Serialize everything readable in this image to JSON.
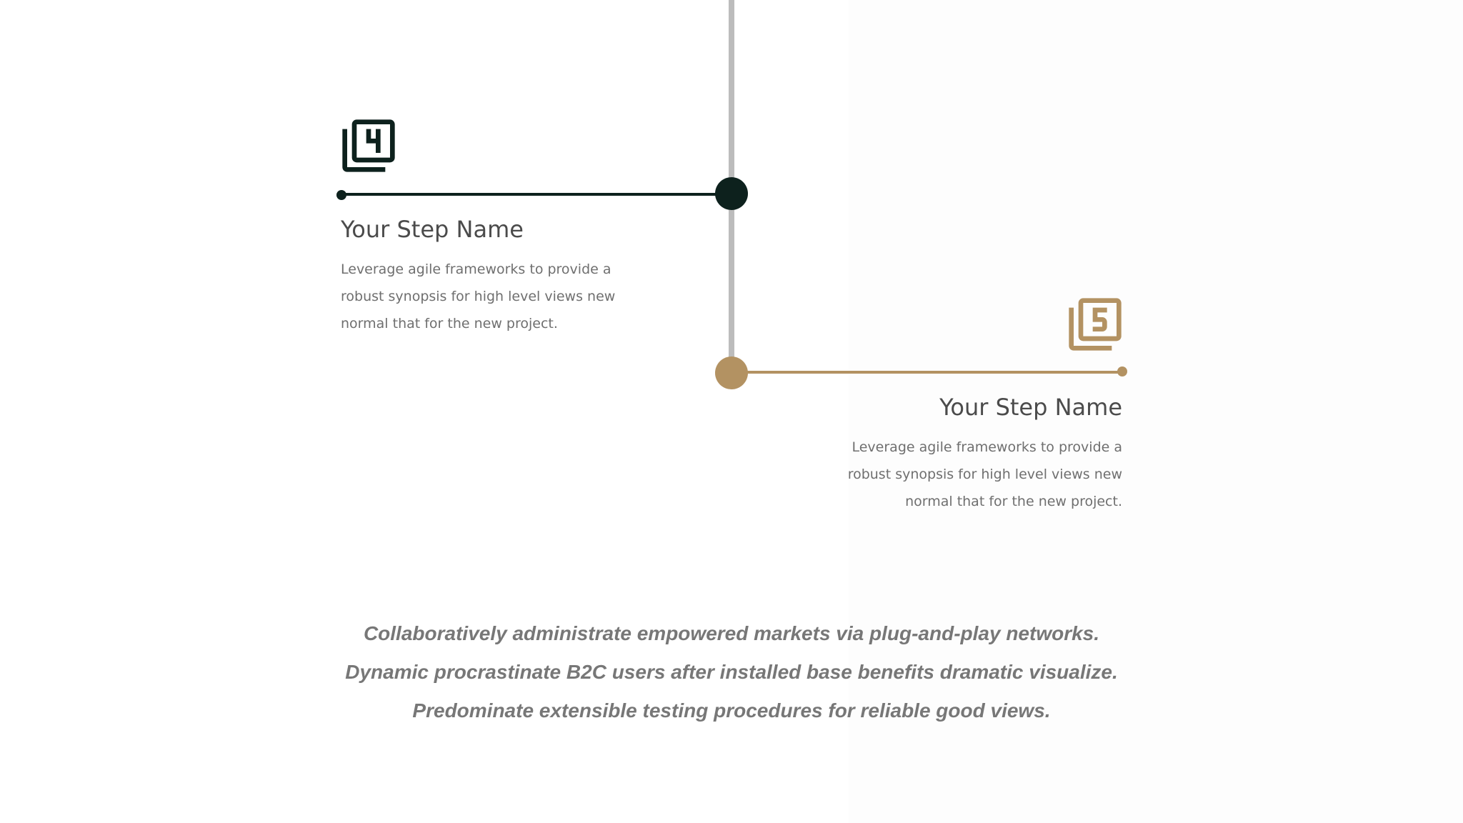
{
  "colors": {
    "primary_dark": "#0d211d",
    "accent_gold": "#b39262",
    "timeline": "#bcbcbc",
    "title_text": "#4b4b4b",
    "body_text": "#6f6f6f",
    "quote_text": "#777777"
  },
  "steps": [
    {
      "number": "4",
      "icon": "filter-4-icon",
      "title": "Your Step Name",
      "description_lines": [
        "Leverage agile frameworks to provide a",
        "robust synopsis for high level views new",
        "normal that for the new project."
      ]
    },
    {
      "number": "5",
      "icon": "filter-5-icon",
      "title": "Your Step Name",
      "description_lines": [
        "Leverage agile frameworks to provide a",
        "robust synopsis for high level views new",
        "normal that for the new project."
      ]
    }
  ],
  "quote_lines": [
    "Collaboratively administrate empowered markets via plug-and-play networks.",
    "Dynamic procrastinate B2C users after installed base benefits dramatic visualize.",
    "Predominate extensible testing procedures for reliable good views."
  ]
}
